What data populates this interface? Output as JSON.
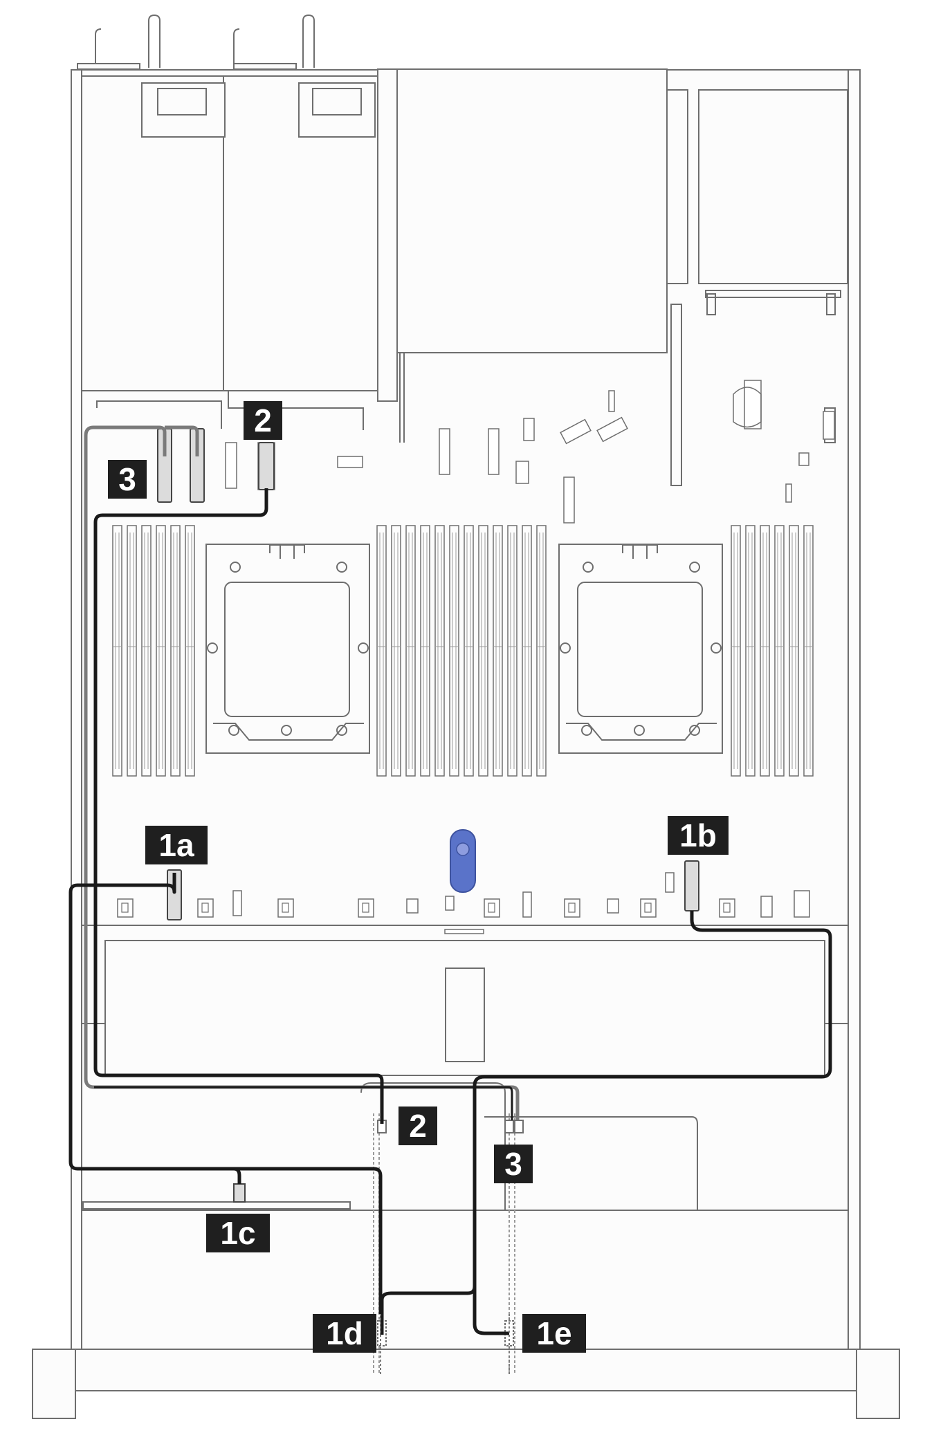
{
  "callouts": {
    "c1a": "1a",
    "c1b": "1b",
    "c1c": "1c",
    "c1d": "1d",
    "c1e": "1e",
    "c2_top": "2",
    "c2_bottom": "2",
    "c3_top": "3",
    "c3_bottom": "3"
  },
  "colors": {
    "line": "#6e6e6e",
    "cable_dark": "#1a1a1a",
    "cable_gray": "#7a7a7a",
    "fill": "#fcfcfc",
    "callout_bg": "#1f1f1f",
    "fan_blue": "#5a73c9"
  },
  "icons": [
    "psu-unit",
    "riser-card",
    "cpu-socket",
    "dimm-slots",
    "fan-cage",
    "drive-backplane",
    "cable",
    "connector"
  ]
}
